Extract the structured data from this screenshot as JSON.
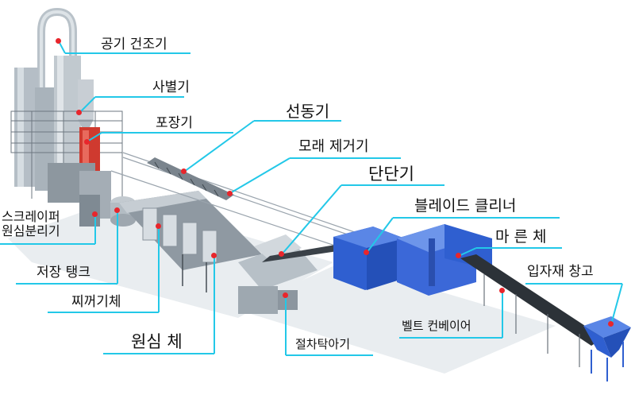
{
  "labels": {
    "air_dryer": "공기 건조기",
    "sifter": "사별기",
    "packer": "포장기",
    "lathe": "선동기",
    "sand_remover": "모래 제거기",
    "stage_stage": "단단기",
    "blade_cleaner": "블레이드 클리너",
    "dry_sieve": "마 른 체",
    "scraper_centrifuge": "스크레이퍼\n원심분리기",
    "storage_tank": "저장 탱크",
    "residue_sieve": "찌꺼기체",
    "centrifugal_sieve": "원심 체",
    "cutting_crusher": "절차탁아기",
    "belt_conveyor": "벨트 컨베이어",
    "material_warehouse": "입자재 창고"
  },
  "colors": {
    "leader_line": "#23c8e8",
    "marker_dot": "#e8262c",
    "machine_blue": "#2f5fd0",
    "machine_gray": "#9aa4ad"
  }
}
